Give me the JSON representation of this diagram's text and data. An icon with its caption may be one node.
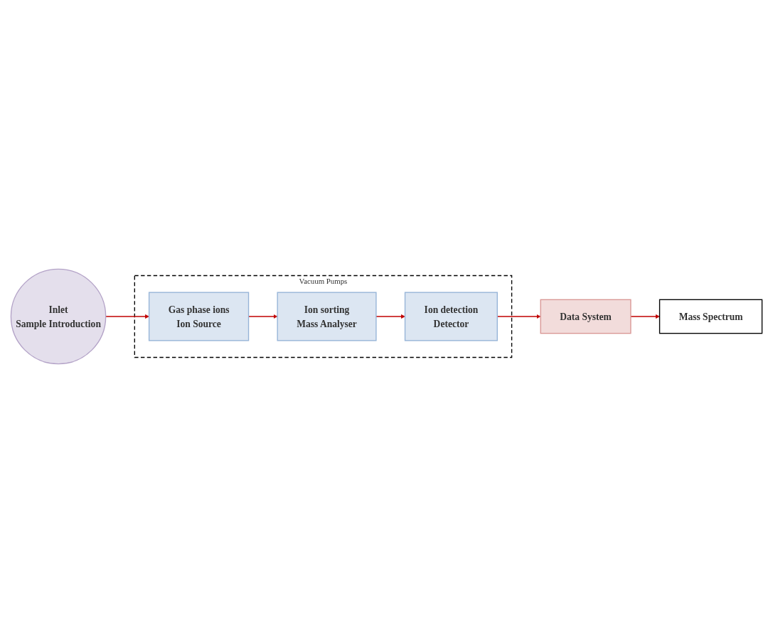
{
  "diagram": {
    "nodes": [
      {
        "text": [
          "Vacuum Pumps"
        ]
      },
      {
        "text": [
          "Gas phase ions",
          "Ion Source"
        ],
        "in": 0
      },
      {
        "text": [
          "Ion sorting",
          "Mass Analyser"
        ],
        "in": 0
      },
      {
        "text": [
          "Ion detection",
          "Detector"
        ],
        "in": 0
      },
      {
        "text": [
          "Inlet",
          "Sample Introduction"
        ]
      },
      {
        "text": [
          "Data System"
        ]
      },
      {
        "text": [
          "Mass Spectrum"
        ]
      }
    ],
    "edges": [
      {
        "from": 4,
        "to": 1,
        "arrow": "to"
      },
      {
        "from": 1,
        "to": 2,
        "arrow": "to"
      },
      {
        "from": 2,
        "to": 3,
        "arrow": "to"
      },
      {
        "from": 3,
        "to": 5,
        "arrow": "to"
      },
      {
        "from": 5,
        "to": 6,
        "arrow": "to"
      }
    ]
  }
}
